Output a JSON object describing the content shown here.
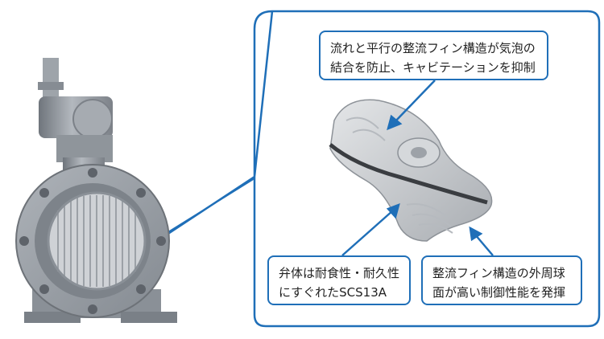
{
  "colors": {
    "accent": "#1f6fb8",
    "valve_body": "#9aa0a8",
    "vane": "#c9ccd0"
  },
  "illustration": {
    "valve_name": "butterfly-valve",
    "disc_name": "valve-disc"
  },
  "callouts": [
    {
      "id": "fin-structure",
      "lines": [
        "流れと平行の整流フィン構造が気泡の",
        "結合を防止、キャビテーションを抑制"
      ]
    },
    {
      "id": "material",
      "lines": [
        "弁体は耐食性・耐久性",
        "にすぐれたSCS13A"
      ]
    },
    {
      "id": "control",
      "lines": [
        "整流フィン構造の外周球",
        "面が高い制御性能を発揮"
      ]
    }
  ]
}
